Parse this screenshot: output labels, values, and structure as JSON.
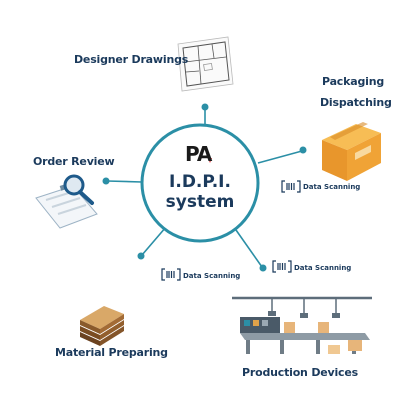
{
  "center": {
    "logo": "PA",
    "title_line1": "I.D.P.I.",
    "title_line2": "system"
  },
  "nodes": {
    "designer_drawings": "Designer Drawings",
    "packaging": "Packaging",
    "dispatching": "Dispatching",
    "order_review": "Order Review",
    "material_preparing": "Material Preparing",
    "production_devices": "Production Devices"
  },
  "scans": {
    "right": "Data Scanning",
    "bottom_left": "Data Scanning",
    "bottom_right": "Data Scanning"
  },
  "colors": {
    "teal": "#2b8fa6",
    "navy": "#1b3a5c",
    "logo_red": "#e0262b",
    "box_orange": "#f0a336"
  }
}
